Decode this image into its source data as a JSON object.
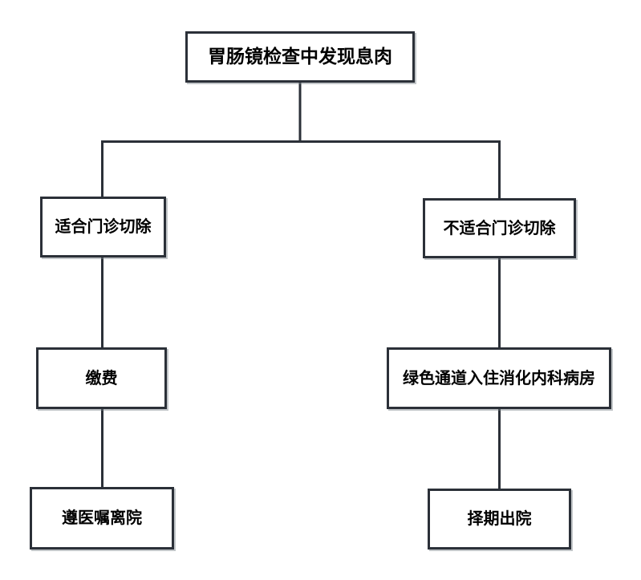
{
  "diagram": {
    "type": "flowchart",
    "root": {
      "label": "胃肠镜检查中发现息肉"
    },
    "branches": {
      "left": [
        {
          "label": "适合门诊切除"
        },
        {
          "label": "缴费"
        },
        {
          "label": "遵医嘱离院"
        }
      ],
      "right": [
        {
          "label": "不适合门诊切除"
        },
        {
          "label": "绿色通道入住消化内科病房"
        },
        {
          "label": "择期出院"
        }
      ]
    },
    "colors": {
      "node_border": "#2b3038",
      "node_fill": "#ffffff",
      "connector": "#2b3038",
      "text": "#000000",
      "background": "#ffffff"
    }
  }
}
